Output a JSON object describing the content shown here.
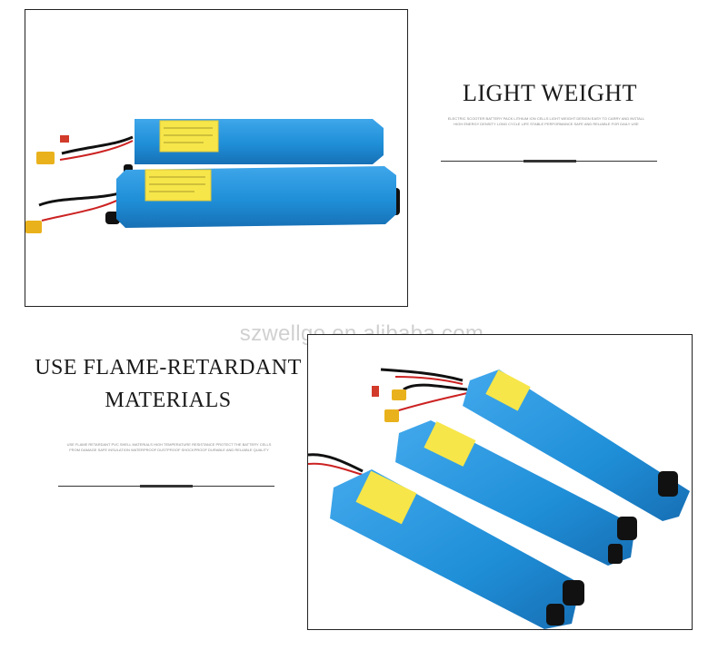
{
  "sections": {
    "light_weight": {
      "heading": "LIGHT WEIGHT",
      "description": "ELECTRIC SCOOTER BATTERY PACK LITHIUM ION CELLS LIGHT WEIGHT DESIGN EASY TO CARRY AND INSTALL HIGH ENERGY DENSITY LONG CYCLE LIFE STABLE PERFORMANCE SAFE AND RELIABLE FOR DAILY USE"
    },
    "flame_retardant": {
      "heading_line1": "USE FLAME-RETARDANT",
      "heading_line2": "MATERIALS",
      "description": "USE FLAME RETARDANT PVC SHELL MATERIALS HIGH TEMPERATURE RESISTANCE PROTECT THE BATTERY CELLS FROM DAMAGE SAFE INSULATION WATERPROOF DUSTPROOF SHOCKPROOF DURABLE AND RELIABLE QUALITY"
    }
  },
  "watermark": "szwellgo.en.alibaba.com",
  "colors": {
    "battery_blue": "#1f8fd8",
    "label_yellow": "#f6e64a",
    "connector_yellow": "#e9b21c",
    "connector_red": "#d23a2a",
    "text_dark": "#1a1a1a"
  }
}
